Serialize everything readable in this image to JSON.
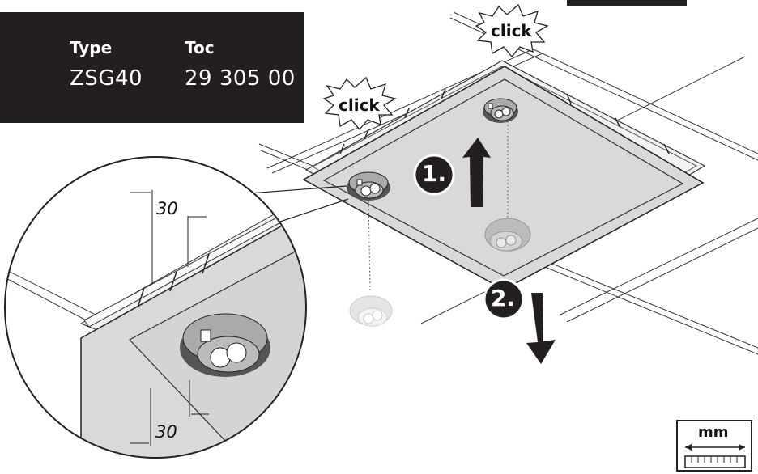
{
  "product": {
    "type_heading": "Type",
    "type_value": "ZSG40",
    "toc_heading": "Toc",
    "toc_value": "29 305 00"
  },
  "callouts": {
    "click_top": "click",
    "click_left": "click",
    "step_1": "1.",
    "step_2": "2.",
    "dim_top": "30",
    "dim_bottom": "30",
    "unit": "mm"
  },
  "colors": {
    "panel_fill": "#d9d9d9",
    "infobox_bg": "#231f20",
    "step_circle": "#231f20",
    "arrow": "#231f20",
    "ghost": "#bdbdbd"
  },
  "icons": {
    "device": "ceiling-sensor-mount-icon",
    "arrow_up": "arrow-up-icon",
    "arrow_down": "arrow-down-icon",
    "ruler": "ruler-icon"
  }
}
